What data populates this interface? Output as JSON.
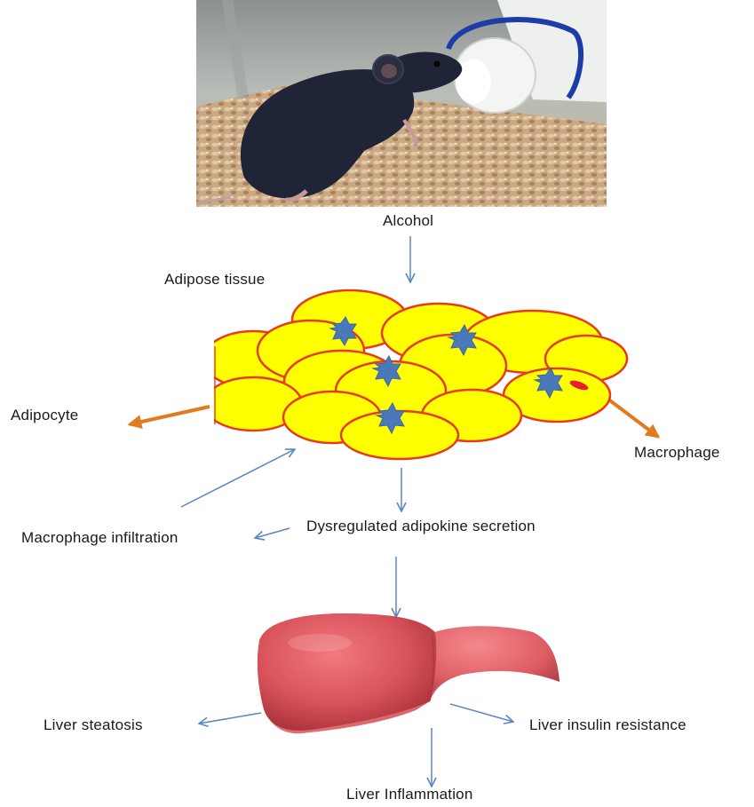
{
  "labels": {
    "alcohol": "Alcohol",
    "adipose_tissue": "Adipose tissue",
    "adipocyte": "Adipocyte",
    "macrophage": "Macrophage",
    "macrophage_infiltration": "Macrophage infiltration",
    "dysregulated": "Dysregulated adipokine secretion",
    "liver_steatosis": "Liver steatosis",
    "liver_insulin_resistance": "Liver insulin resistance",
    "liver_inflammation": "Liver Inflammation"
  },
  "colors": {
    "arrow_blue": "#5b84c4",
    "arrow_orange": "#e07b1f",
    "adipocyte_fill": "#ffff00",
    "adipocyte_border": "#e83a1e",
    "macrophage_fill": "#4a78b8",
    "liver": "#d9525a",
    "mouse_fur": "#1f2436",
    "bedding": "#c9a882"
  }
}
